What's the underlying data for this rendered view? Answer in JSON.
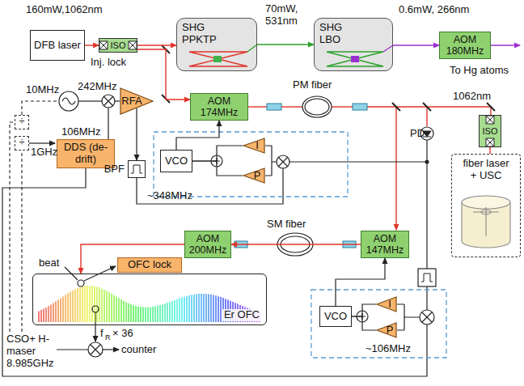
{
  "diagram": {
    "nodes": [
      {
        "text": [
          "DFB laser"
        ]
      },
      {
        "text": [
          "ISO"
        ]
      },
      {
        "text": [
          "SHG PPKTP"
        ]
      },
      {
        "text": [
          "SHG LBO"
        ]
      },
      {
        "text": [
          "AOM 180MHz"
        ]
      },
      {
        "text": [
          "AOM 174MHz"
        ]
      },
      {
        "text": [
          "÷"
        ]
      },
      {
        "text": [
          "÷"
        ]
      },
      {
        "text": [
          "DDS (de-drift)"
        ]
      },
      {
        "text": [
          "RFA"
        ]
      },
      {
        "text": [
          "BPF"
        ]
      },
      {
        "text": [
          "VCO"
        ]
      },
      {
        "text": [
          "I"
        ]
      },
      {
        "text": [
          "P"
        ]
      },
      {
        "text": [
          "ISO"
        ]
      },
      {
        "text": [
          "fiber laser + USC"
        ]
      },
      {
        "text": [
          "OFC lock"
        ]
      },
      {
        "text": [
          "AOM 200MHz"
        ]
      },
      {
        "text": [
          "AOM 147MHz"
        ]
      },
      {
        "text": [
          "Er OFC"
        ]
      },
      {
        "text": [
          "VCO"
        ]
      },
      {
        "text": [
          "I"
        ]
      },
      {
        "text": [
          "P"
        ]
      }
    ],
    "edges": [
      {
        "from": 0,
        "to": 1,
        "arrow": "to"
      },
      {
        "from": 1,
        "to": 2,
        "arrow": "to"
      },
      {
        "from": 2,
        "to": 3,
        "arrow": "to"
      },
      {
        "from": 3,
        "to": 4,
        "arrow": "to"
      },
      {
        "from": 1,
        "to": 5,
        "arrow": "to"
      },
      {
        "from": 11,
        "to": 5,
        "arrow": "to"
      },
      {
        "from": 9,
        "to": 10,
        "arrow": "to"
      },
      {
        "from": 12,
        "to": 11,
        "arrow": "none"
      },
      {
        "from": 13,
        "to": 11,
        "arrow": "none"
      },
      {
        "from": 15,
        "to": 14,
        "arrow": "none"
      },
      {
        "from": 18,
        "to": 17,
        "arrow": "to"
      },
      {
        "from": 17,
        "to": 19,
        "arrow": "to"
      },
      {
        "from": 20,
        "to": 18,
        "arrow": "to"
      },
      {
        "from": 21,
        "to": 20,
        "arrow": "none"
      },
      {
        "from": 22,
        "to": 20,
        "arrow": "none"
      }
    ],
    "labels": [
      "160mW,1062nm",
      "70mW, 531nm",
      "0.6mW, 266nm",
      "Inj. lock",
      "To Hg atoms",
      "PM fiber",
      "1062nm",
      "10MHz",
      "242MHz",
      "1GHz",
      "106MHz",
      "~348MHz",
      "PD",
      "beat",
      "SM fiber",
      "f",
      "R",
      "× 36",
      "CSO+ H-maser 8.985GHz",
      "counter",
      "~106MHz"
    ]
  }
}
